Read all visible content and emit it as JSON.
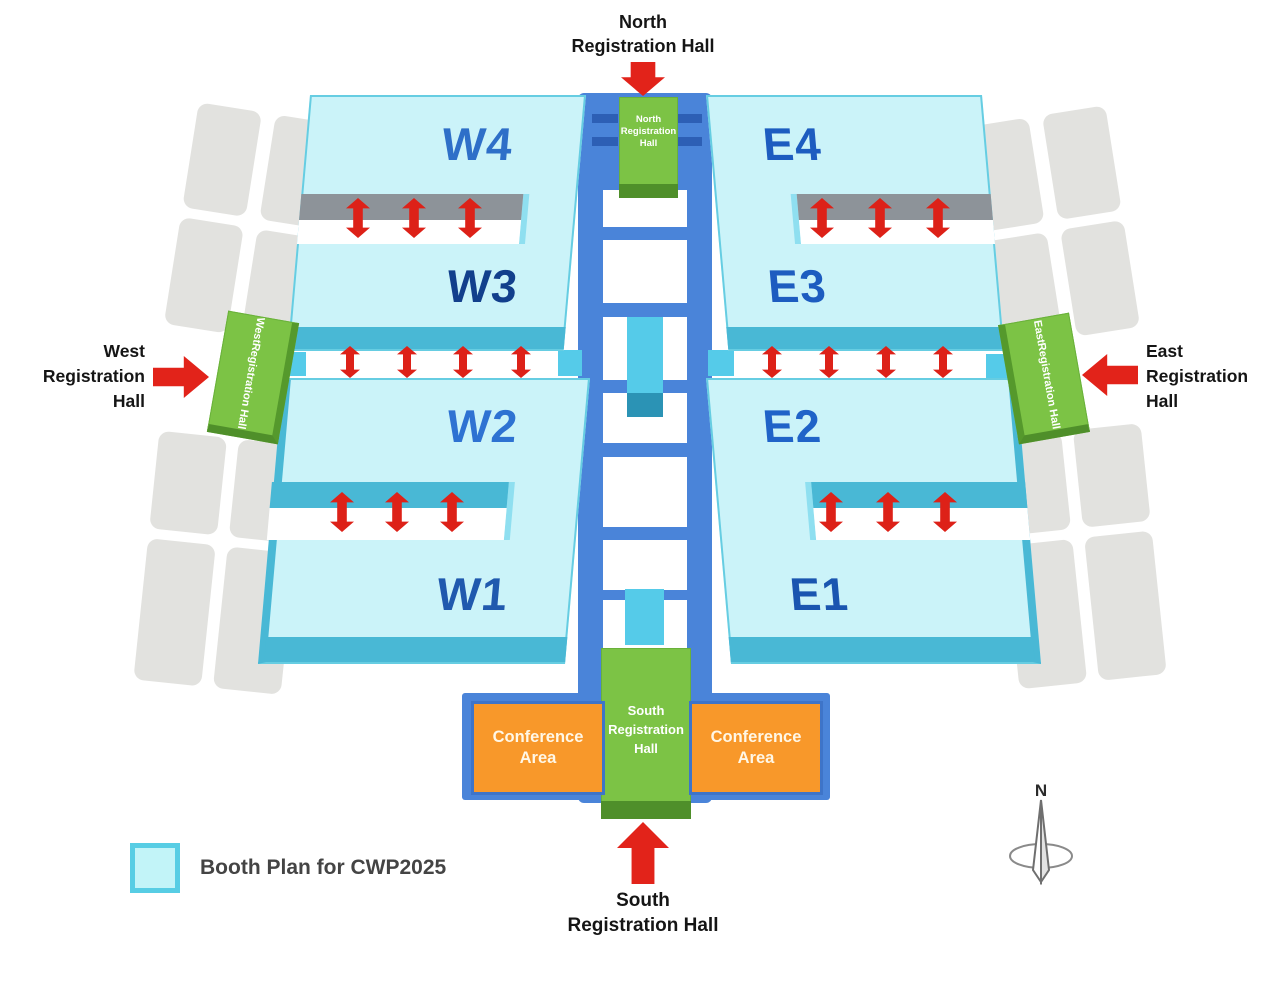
{
  "legend": {
    "label": "Booth Plan for CWP2025",
    "swatch_fill": "#c2f4f8",
    "swatch_border": "#57cde4"
  },
  "compass": {
    "north_label": "N"
  },
  "halls": {
    "W4": {
      "label": "W4",
      "label_color": "#2e6fc8"
    },
    "W3": {
      "label": "W3",
      "label_color": "#123f8c"
    },
    "W2": {
      "label": "W2",
      "label_color": "#2e72d2"
    },
    "W1": {
      "label": "W1",
      "label_color": "#2059ae"
    },
    "E4": {
      "label": "E4",
      "label_color": "#1d5cc0"
    },
    "E3": {
      "label": "E3",
      "label_color": "#1d5cc0"
    },
    "E2": {
      "label": "E2",
      "label_color": "#2063c8"
    },
    "E1": {
      "label": "E1",
      "label_color": "#1a55b0"
    }
  },
  "registration": {
    "north": {
      "direction_label_lines": [
        "North",
        "Registration Hall"
      ],
      "box_lines": [
        "North",
        "Registration",
        "Hall"
      ]
    },
    "south": {
      "direction_label_lines": [
        "South",
        "Registration Hall"
      ],
      "box_lines": [
        "South",
        "Registration",
        "Hall"
      ]
    },
    "west": {
      "direction_label_lines": [
        "West",
        "Registration",
        "Hall"
      ],
      "box_lines": [
        "West",
        "Registration Hall"
      ]
    },
    "east": {
      "direction_label_lines": [
        "East",
        "Registration",
        "Hall"
      ],
      "box_lines": [
        "East",
        "Registration Hall"
      ]
    }
  },
  "conference": {
    "left_label": "Conference Area",
    "right_label": "Conference Area"
  },
  "colors": {
    "booth_fill": "#cbf3f9",
    "booth_edge": "#66cde2",
    "corridor_blue": "#4a84d9",
    "walkway_cyan": "#55cbe9",
    "registration_green": "#7cc345",
    "conference_orange": "#f8982a",
    "arrow_red": "#e2231a",
    "parking_gray": "#e2e2df"
  }
}
